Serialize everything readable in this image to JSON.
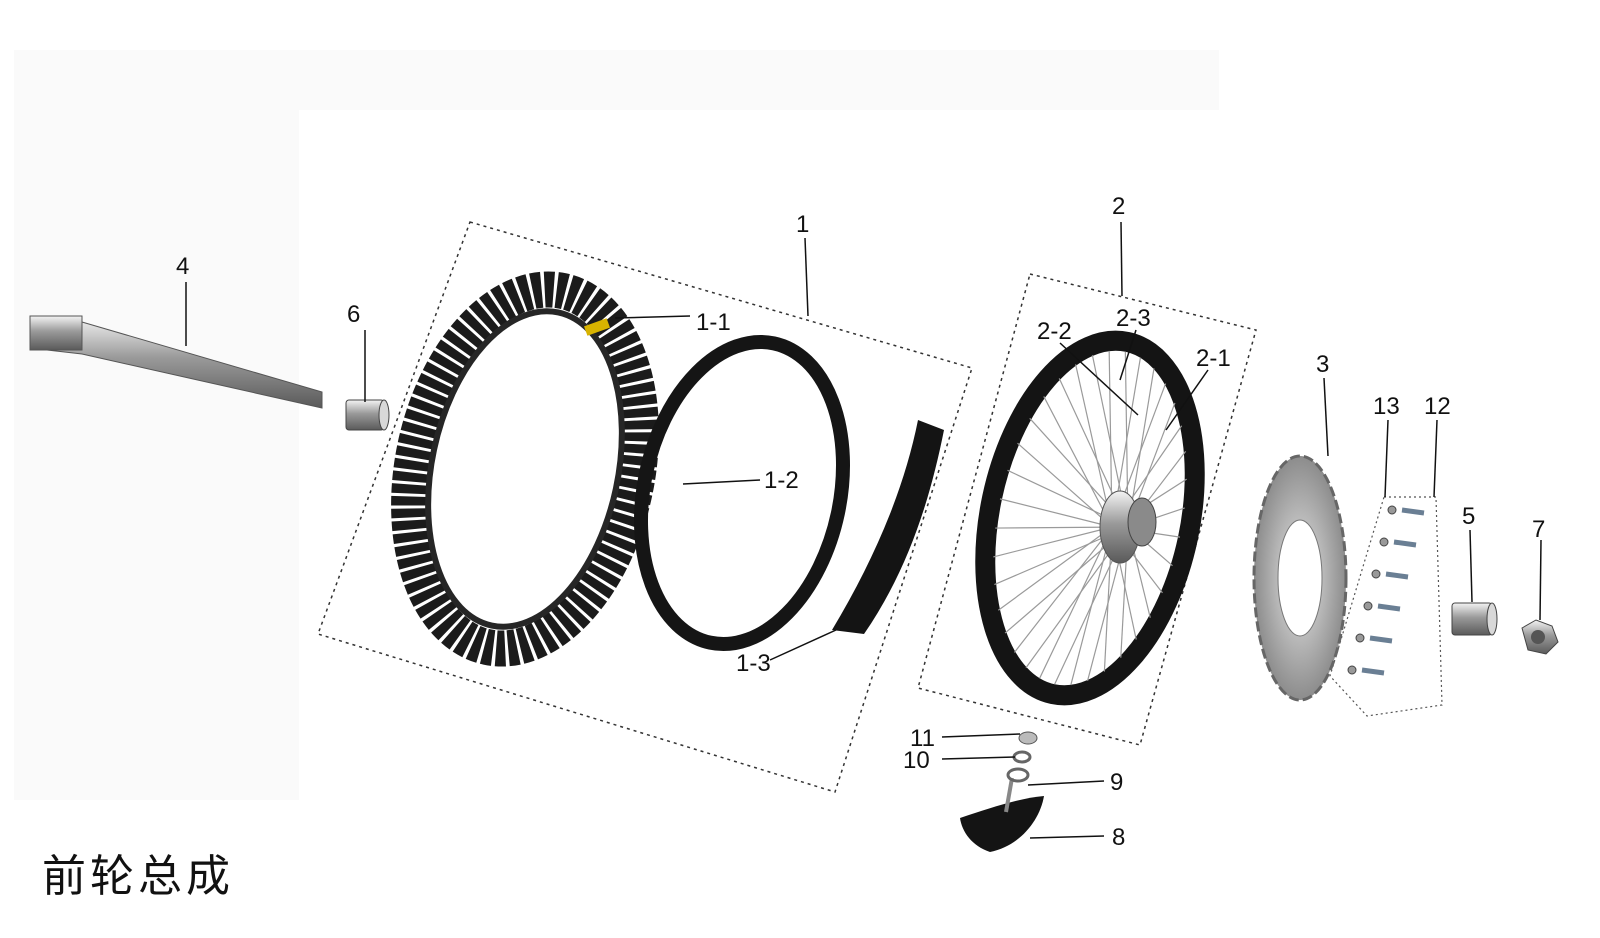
{
  "title": "前轮总成",
  "parts": [
    {
      "id": "p1",
      "label": "1",
      "name": "tire-assembly-group"
    },
    {
      "id": "p1_1",
      "label": "1-1",
      "name": "tire"
    },
    {
      "id": "p1_2",
      "label": "1-2",
      "name": "inner-tube"
    },
    {
      "id": "p1_3",
      "label": "1-3",
      "name": "rim-strip"
    },
    {
      "id": "p2",
      "label": "2",
      "name": "wheel-assembly-group"
    },
    {
      "id": "p2_1",
      "label": "2-1",
      "name": "rim"
    },
    {
      "id": "p2_2",
      "label": "2-2",
      "name": "spoke"
    },
    {
      "id": "p2_3",
      "label": "2-3",
      "name": "hub"
    },
    {
      "id": "p3",
      "label": "3",
      "name": "brake-disc"
    },
    {
      "id": "p4",
      "label": "4",
      "name": "axle"
    },
    {
      "id": "p5",
      "label": "5",
      "name": "spacer-right"
    },
    {
      "id": "p6",
      "label": "6",
      "name": "spacer-left"
    },
    {
      "id": "p7",
      "label": "7",
      "name": "axle-nut"
    },
    {
      "id": "p8",
      "label": "8",
      "name": "rim-lock"
    },
    {
      "id": "p9",
      "label": "9",
      "name": "washer"
    },
    {
      "id": "p10",
      "label": "10",
      "name": "spring-washer"
    },
    {
      "id": "p11",
      "label": "11",
      "name": "nut"
    },
    {
      "id": "p12",
      "label": "12",
      "name": "disc-bolt"
    },
    {
      "id": "p13",
      "label": "13",
      "name": "disc-washer"
    }
  ]
}
